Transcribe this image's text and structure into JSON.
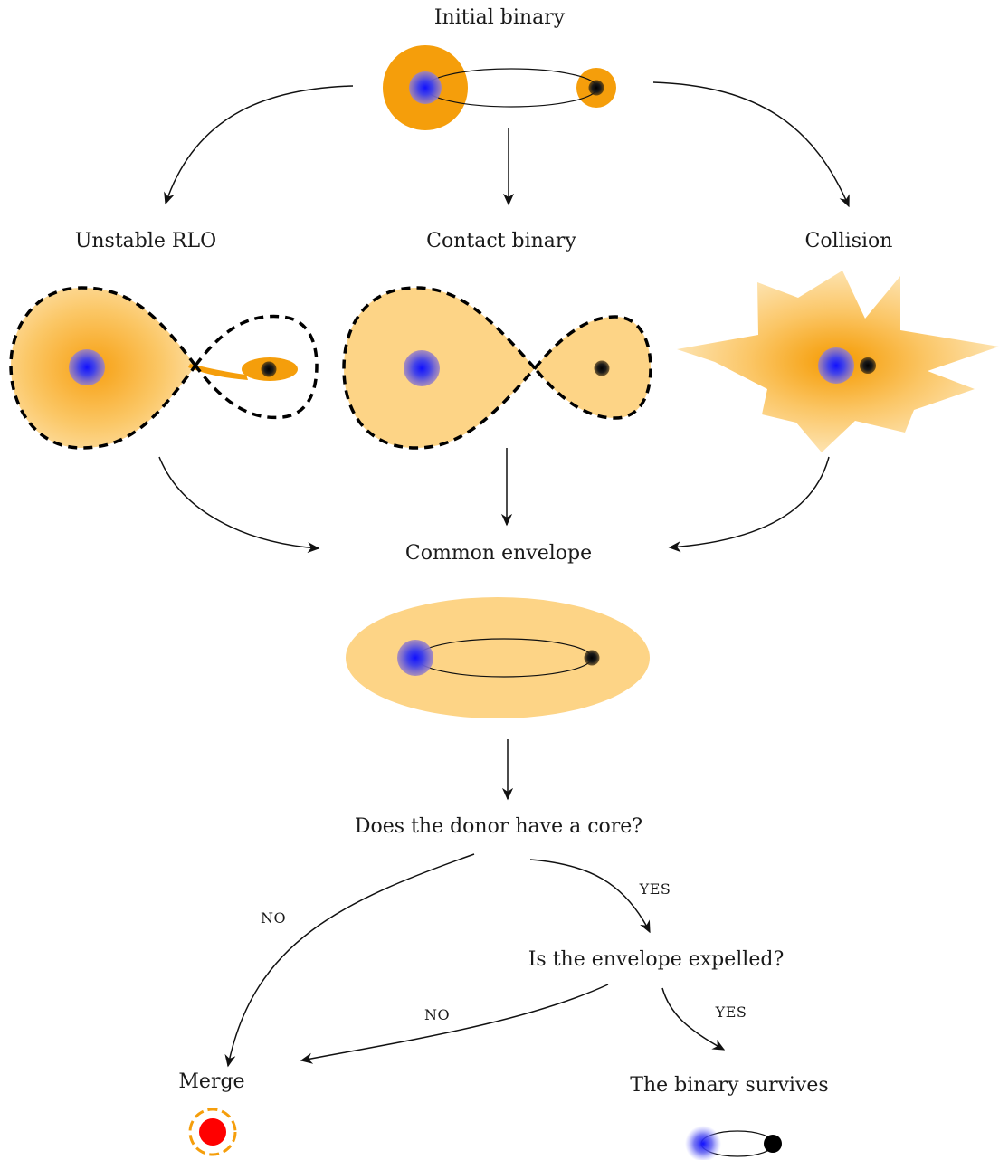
{
  "labels": {
    "initial_binary": "Initial binary",
    "unstable_rlo": "Unstable RLO",
    "contact_binary": "Contact binary",
    "collision": "Collision",
    "common_envelope": "Common envelope",
    "donor_core_question": "Does the donor have a core?",
    "envelope_question": "Is the envelope expelled?",
    "merge": "Merge",
    "binary_survives": "The binary survives",
    "edge_no_core": "NO",
    "edge_yes_core": "YES",
    "edge_no_expelled": "NO",
    "edge_yes_expelled": "YES"
  },
  "colors": {
    "envelope_orange": "#f5a00f",
    "envelope_light": "#fdd486",
    "star_blue": "#1a1aff",
    "star_halo": "#8a75c8",
    "companion": "#111111",
    "merger_red": "#ff0000",
    "line": "#111111"
  }
}
